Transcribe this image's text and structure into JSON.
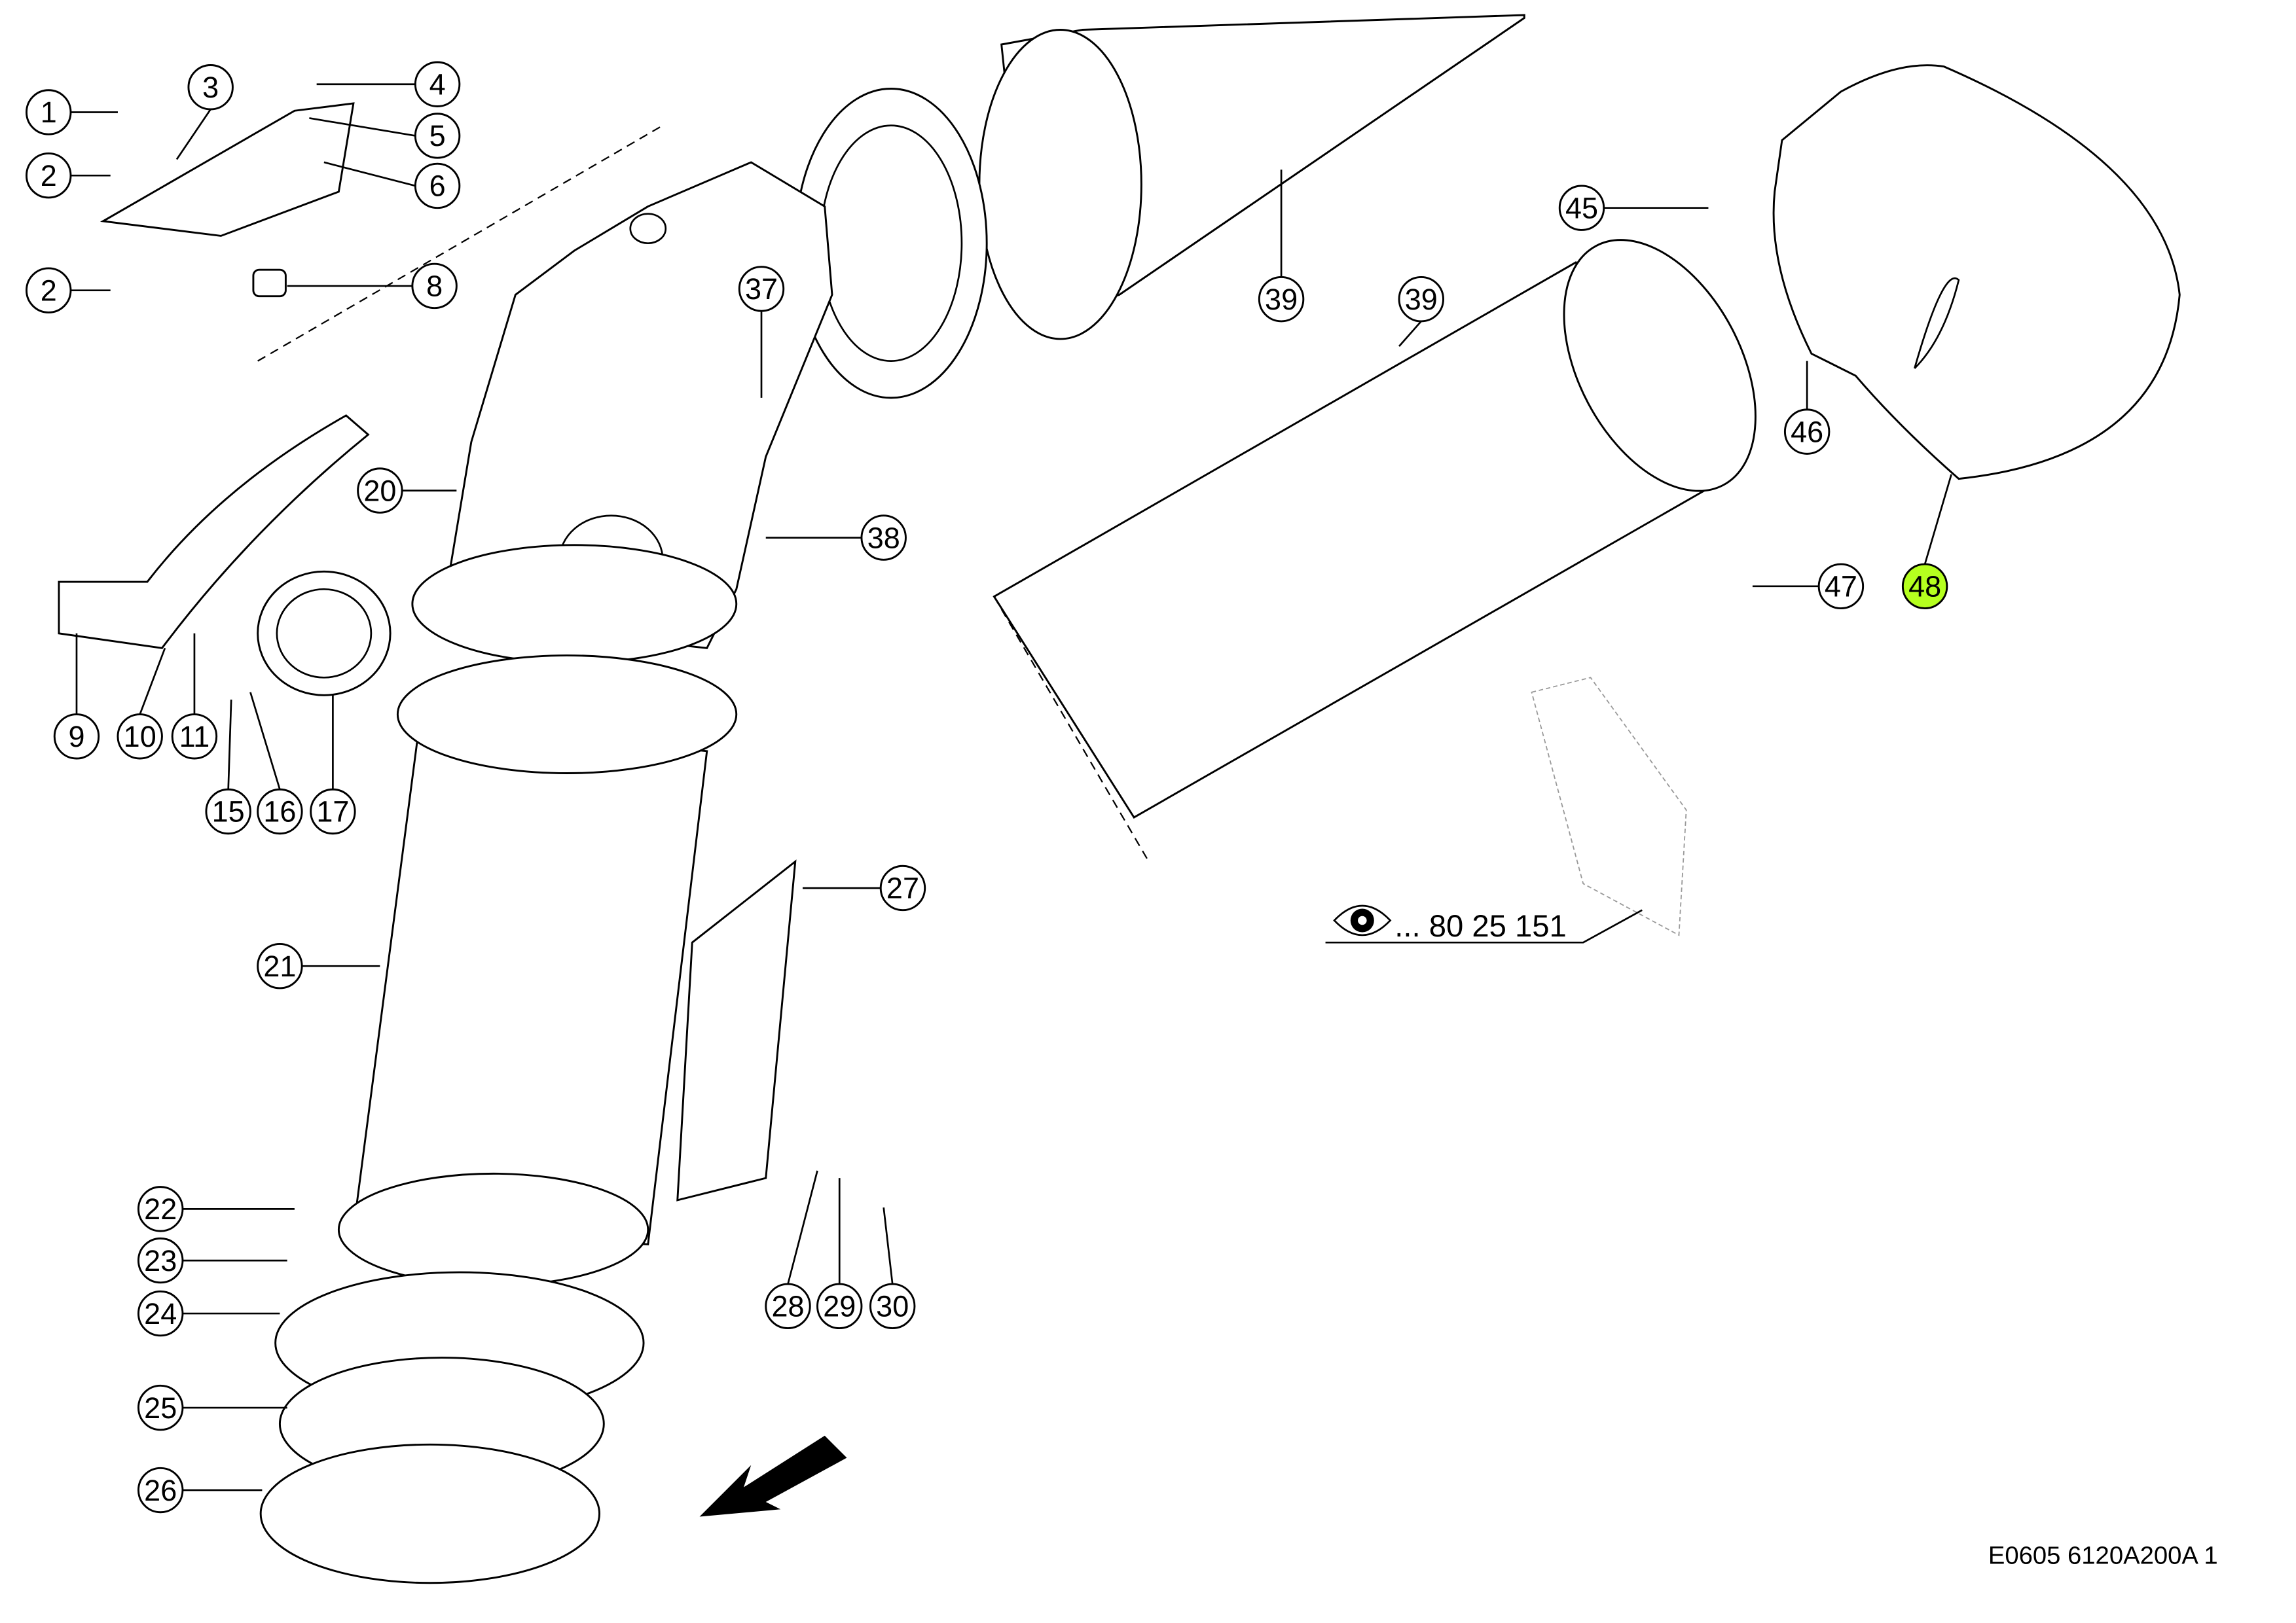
{
  "diagram": {
    "drawing_code": "E0605 6120A200A 1",
    "reference": "... 80 25 151",
    "highlight_color": "#b5ff1f"
  },
  "callouts": [
    {
      "label": "1"
    },
    {
      "label": "2"
    },
    {
      "label": "3"
    },
    {
      "label": "4"
    },
    {
      "label": "5"
    },
    {
      "label": "6"
    },
    {
      "label": "2"
    },
    {
      "label": "8"
    },
    {
      "label": "37"
    },
    {
      "label": "39"
    },
    {
      "label": "39"
    },
    {
      "label": "45"
    },
    {
      "label": "46"
    },
    {
      "label": "47"
    },
    {
      "label": "48",
      "highlighted": true
    },
    {
      "label": "20"
    },
    {
      "label": "38"
    },
    {
      "label": "9"
    },
    {
      "label": "10"
    },
    {
      "label": "11"
    },
    {
      "label": "15"
    },
    {
      "label": "16"
    },
    {
      "label": "17"
    },
    {
      "label": "27"
    },
    {
      "label": "21"
    },
    {
      "label": "22"
    },
    {
      "label": "23"
    },
    {
      "label": "24"
    },
    {
      "label": "25"
    },
    {
      "label": "26"
    },
    {
      "label": "28"
    },
    {
      "label": "29"
    },
    {
      "label": "30"
    }
  ]
}
